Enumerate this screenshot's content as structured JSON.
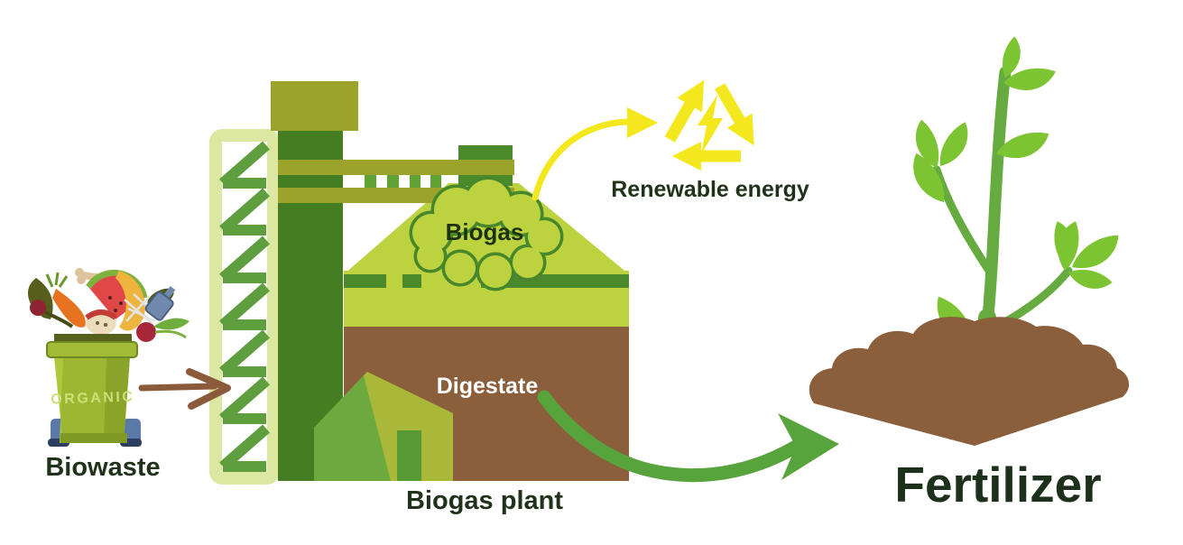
{
  "diagram": {
    "labels": {
      "biowaste": "Biowaste",
      "organic": "ORGANIC",
      "biogas": "Biogas",
      "digestate": "Digestate",
      "biogas_plant": "Biogas plant",
      "renewable_energy": "Renewable energy",
      "fertilizer": "Fertilizer"
    },
    "flow": [
      {
        "from": "Biowaste",
        "to": "Biogas plant",
        "arrow_color": "#8a5a3a"
      },
      {
        "from": "Biogas",
        "to": "Renewable energy",
        "arrow_color": "#f3e81d"
      },
      {
        "from": "Digestate",
        "to": "Fertilizer",
        "arrow_color": "#58a43c"
      }
    ],
    "colors": {
      "lime_green": "#bdd23f",
      "medium_green": "#5f9e3e",
      "dark_green": "#4a8a2b",
      "column_green": "#447d22",
      "olive": "#9ba32a",
      "pale_frame_green": "#dce7a2",
      "brown": "#8b5e3c",
      "yellow": "#f3e81d",
      "leaf_green": "#7cc431",
      "stem_green": "#66ab3f",
      "flow_arrow_green": "#58a43c",
      "flow_arrow_brown": "#8a5a3a",
      "label_text": "#20331a",
      "digestate_text": "#ffffff",
      "bin_green": "#9db733",
      "wheel_blue": "#5b79a8"
    }
  }
}
